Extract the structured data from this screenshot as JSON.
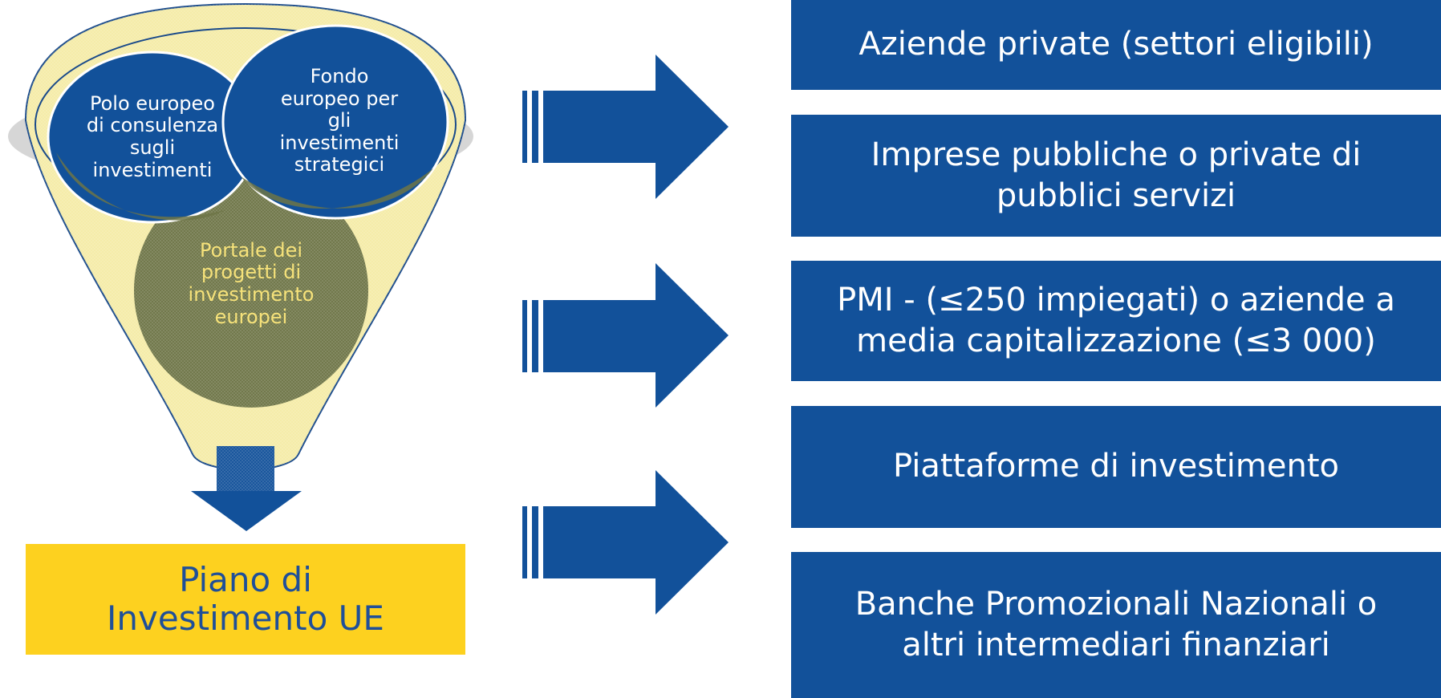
{
  "colors": {
    "navy": "#12519a",
    "funnel_fill": "#f5eca6",
    "funnel_stroke": "#1a4a8a",
    "circle_green": "#6d7446",
    "result_fill": "#fdd11f",
    "result_text": "#1f4f99"
  },
  "funnel": {
    "circle_left": "Polo europeo\ndi consulenza\nsugli\ninvestimenti",
    "circle_right": "Fondo\neuropeo per\ngli\ninvestimenti\nstrategici",
    "circle_bottom": "Portale dei\nprogetti di\ninvestimento\neuropei"
  },
  "result": {
    "label": "Piano di\nInvestimento UE"
  },
  "arrows": [
    {
      "icon": "right-arrow-icon"
    },
    {
      "icon": "right-arrow-icon"
    },
    {
      "icon": "right-arrow-icon"
    }
  ],
  "targets": [
    {
      "label": "Aziende private (settori eligibili)"
    },
    {
      "label": "Imprese pubbliche o private di\npubblici servizi"
    },
    {
      "label": "PMI - (≤250 impiegati) o aziende a\nmedia capitalizzazione (≤3 000)"
    },
    {
      "label": "Piattaforme di investimento"
    },
    {
      "label": "Banche Promozionali Nazionali o\naltri intermediari finanziari"
    }
  ]
}
